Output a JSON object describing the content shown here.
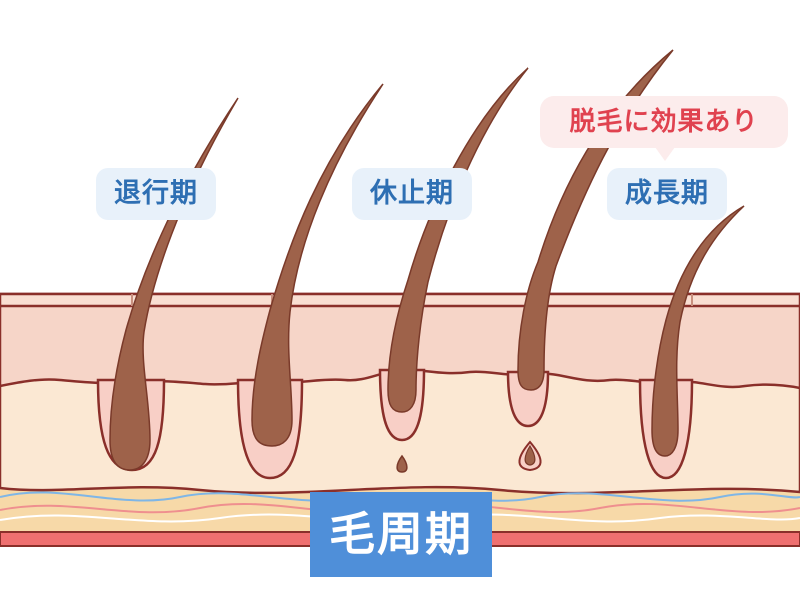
{
  "title": "毛周期",
  "callout": "脱毛に効果あり",
  "stages": {
    "taikou": "退行期",
    "kyushi": "休止期",
    "seicho": "成長期"
  },
  "colors": {
    "epidermis": "#f6d5c8",
    "dermis": "#fbe8d3",
    "outline": "#8a2f2a",
    "hair": "#9e624a",
    "follicle": "#f8cfc6",
    "label_bg": "#e8f1fa",
    "label_text": "#2e6fb3",
    "callout_bg": "#fcecec",
    "callout_text": "#e0424f",
    "title_bg": "#4f8fd9",
    "fat": "#f7d9a8",
    "bottom_band": "#ef7070"
  }
}
